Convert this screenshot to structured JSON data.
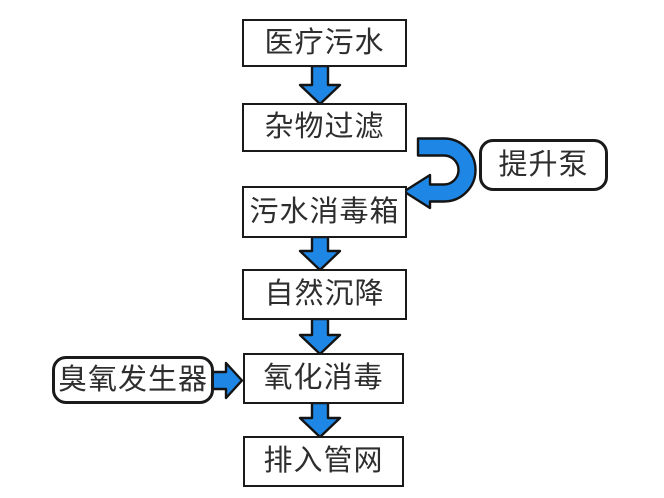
{
  "diagram_type": "flowchart",
  "subject": "medical sewage treatment process",
  "nodes": {
    "medical_wastewater": "医疗污水",
    "debris_filter": "杂物过滤",
    "lift_pump": "提升泵",
    "sewage_disinfection_tank": "污水消毒箱",
    "natural_settling": "自然沉降",
    "ozone_generator": "臭氧发生器",
    "oxidation_disinfection": "氧化消毒",
    "discharge_to_pipe_network": "排入管网"
  },
  "edges": [
    {
      "from": "医疗污水",
      "to": "杂物过滤",
      "style": "straight-down-arrow"
    },
    {
      "from": "杂物过滤",
      "to": "污水消毒箱",
      "via": "提升泵",
      "style": "u-turn-arrow"
    },
    {
      "from": "污水消毒箱",
      "to": "自然沉降",
      "style": "straight-down-arrow"
    },
    {
      "from": "自然沉降",
      "to": "氧化消毒",
      "style": "straight-down-arrow"
    },
    {
      "from": "臭氧发生器",
      "to": "氧化消毒",
      "style": "right-arrow"
    },
    {
      "from": "氧化消毒",
      "to": "排入管网",
      "style": "straight-down-arrow"
    }
  ],
  "colors": {
    "arrow_fill": "#1E87E5",
    "arrow_outline": "#141414",
    "box_border": "#1a1a1a",
    "text": "#2e2e2e",
    "background": "#ffffff"
  }
}
